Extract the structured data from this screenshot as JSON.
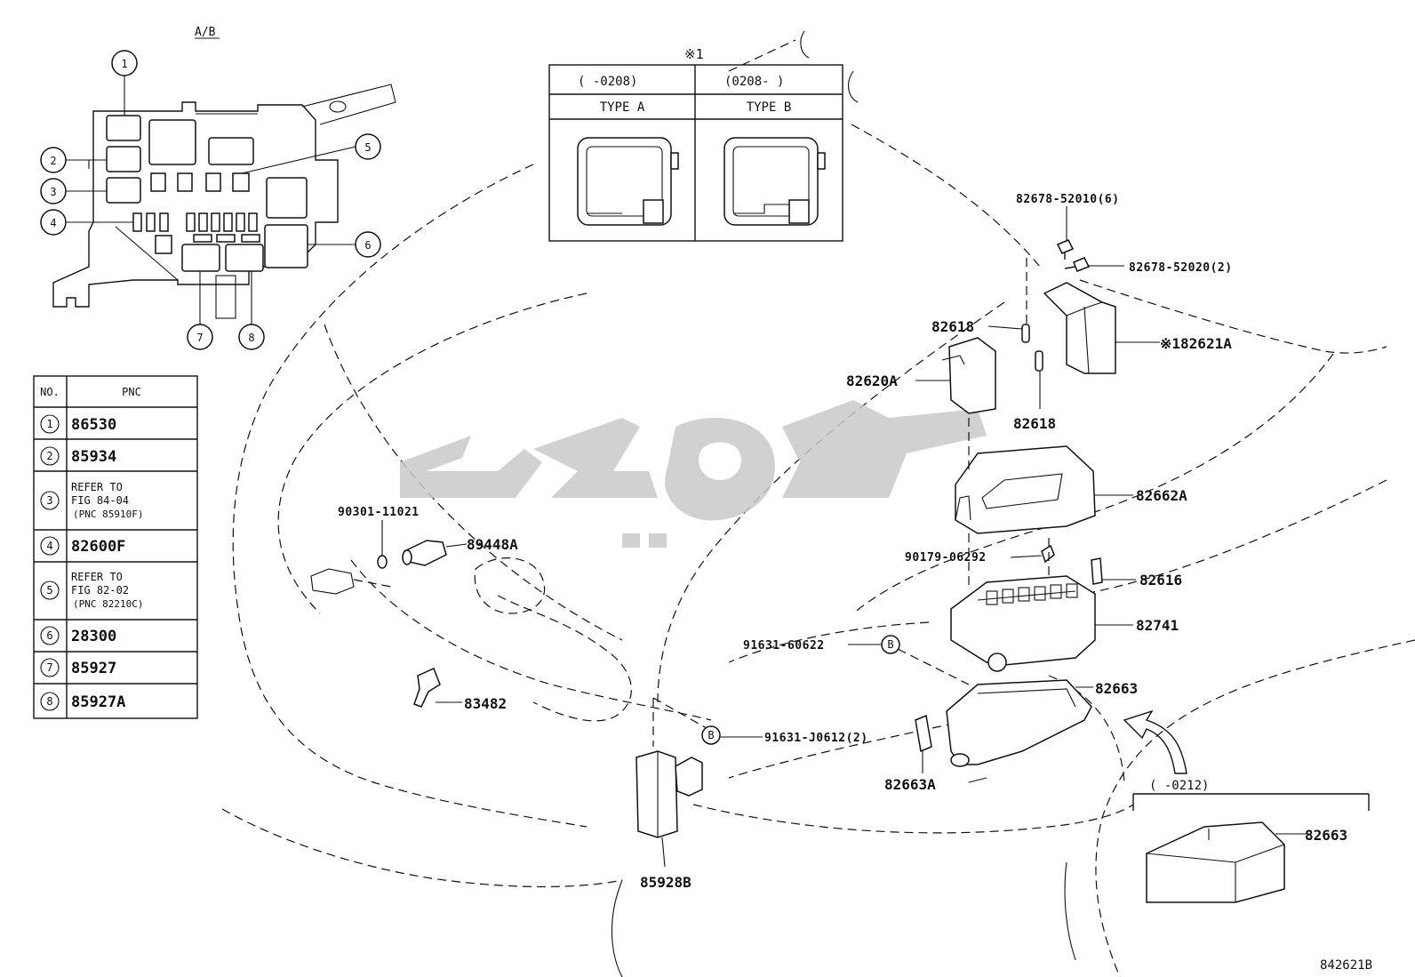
{
  "header_ab": "A/B",
  "figure_code": "842621B",
  "type_table": {
    "note_mark": "※1",
    "col1_range": "(     -0208)",
    "col2_range": "(0208-     )",
    "col1_type": "TYPE A",
    "col2_type": "TYPE B"
  },
  "pnc_table": {
    "col_no": "NO.",
    "col_pnc": "PNC",
    "rows": [
      {
        "no": "1",
        "pnc": "86530"
      },
      {
        "no": "2",
        "pnc": "85934"
      },
      {
        "no": "3",
        "pnc_line1": "REFER TO",
        "pnc_line2": "FIG 84-04",
        "pnc_line3": "(PNC 85910F)"
      },
      {
        "no": "4",
        "pnc": "82600F"
      },
      {
        "no": "5",
        "pnc_line1": "REFER TO",
        "pnc_line2": "FIG 82-02",
        "pnc_line3": "(PNC 82210C)"
      },
      {
        "no": "6",
        "pnc": "28300"
      },
      {
        "no": "7",
        "pnc": "85927"
      },
      {
        "no": "8",
        "pnc": "85927A"
      }
    ]
  },
  "callouts": [
    "1",
    "2",
    "3",
    "4",
    "5",
    "6",
    "7",
    "8"
  ],
  "inset": {
    "range": "(     -0212)",
    "part": "82663"
  },
  "part_labels": {
    "p82678_52010": "82678-52010(6)",
    "p82678_52020": "82678-52020(2)",
    "p82618_top": "82618",
    "p82618_bottom": "82618",
    "p82620A": "82620A",
    "p82621A": "※182621A",
    "p82662A": "82662A",
    "p90179_06292": "90179-06292",
    "p82616": "82616",
    "p82741": "82741",
    "p91631_60622": "91631-60622",
    "p82663": "82663",
    "p91631_J0612": "91631-J0612(2)",
    "p82663A": "82663A",
    "p90301_11021": "90301-11021",
    "p89448A": "89448A",
    "p83482": "83482",
    "p85928B": "85928B"
  },
  "bolt_mark": "B"
}
